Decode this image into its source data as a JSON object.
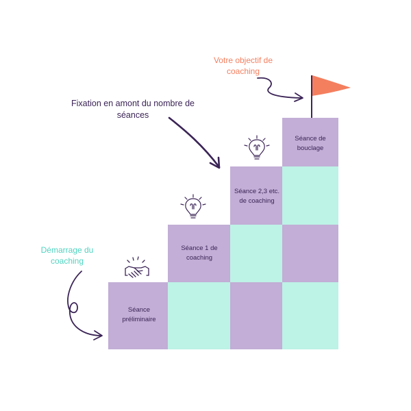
{
  "annotations": {
    "start": "Démarrage du coaching",
    "goal": "Votre objectif de coaching",
    "fixation": "Fixation en amont du nombre de séances"
  },
  "steps": [
    {
      "label": "Séance préliminaire",
      "icon": "handshake-icon"
    },
    {
      "label": "Séance 1 de coaching",
      "icon": "lightbulb-icon"
    },
    {
      "label": "Séance 2,3 etc. de coaching",
      "icon": "lightbulb-icon"
    },
    {
      "label": "Séance de bouclage",
      "icon": "flag-icon"
    }
  ],
  "colors": {
    "purple": "#c2aed6",
    "teal": "#bdf2e6",
    "ink": "#3b2456",
    "orange": "#f47f5f",
    "accent_teal": "#4fd3c0"
  }
}
